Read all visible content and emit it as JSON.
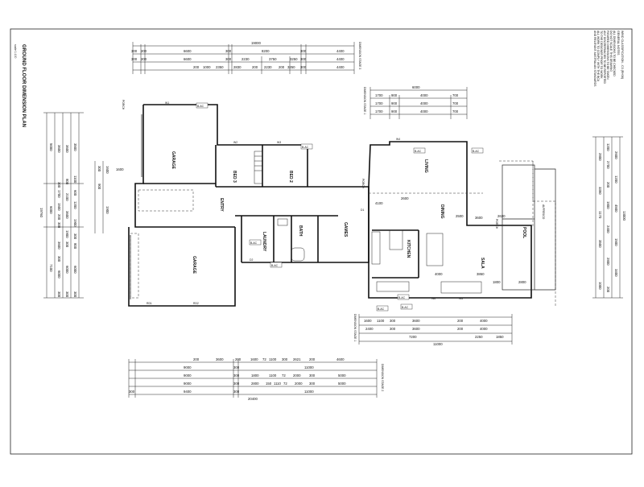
{
  "drawing": {
    "title": "GROUND FLOOR DIMENSION PLAN",
    "scale": "scale 1:100",
    "wind_classification": "WIND CLASSIFICATION - C3 (RH36)",
    "general_notes_heading": "GENERAL NOTES",
    "general_notes": [
      "ALL DIMENSIONS TO BE CHECKED",
      "DO NOT SCALE THIS DRAWING",
      "FIGURED DIMENSIONS TO BE TAKEN",
      "ANY DISCREPANCIES TO BE REPORTED",
      "TO THE DESIGNER PRIOR TO WORK",
      "ALL WORK TO COMPLY WITH THE BCA",
      "AND RELEVANT AUSTRALIAN STANDARDS"
    ]
  },
  "stage_labels": {
    "top_left": "DIMENSION STAGE 3",
    "top_right": "DIMENSION STAGE 1",
    "bottom_left": "DIMENSION STAGE 2",
    "left_porch": "PORCH",
    "left_porch2": "PORCH",
    "right_porch": "PORCH",
    "right_alfresco": "ALFRESCO"
  },
  "rooms": [
    {
      "key": "garage1",
      "label": "GARAGE"
    },
    {
      "key": "bed3",
      "label": "BED 3"
    },
    {
      "key": "bed2",
      "label": "BED 2"
    },
    {
      "key": "entry",
      "label": "ENTRY"
    },
    {
      "key": "laundry",
      "label": "LAUNDRY"
    },
    {
      "key": "bath",
      "label": "BATH"
    },
    {
      "key": "games",
      "label": "GAMES"
    },
    {
      "key": "garage2",
      "label": "GARAGE"
    },
    {
      "key": "living",
      "label": "LIVING"
    },
    {
      "key": "dining",
      "label": "DINING"
    },
    {
      "key": "kitchen",
      "label": "KITCHEN"
    },
    {
      "key": "sala",
      "label": "SALA"
    },
    {
      "key": "pool",
      "label": "POOL"
    }
  ],
  "top_dims": {
    "overall": "19000",
    "row2": [
      "300",
      "200",
      "6600",
      "300",
      "8200",
      "300",
      "4400"
    ],
    "row3": [
      "300",
      "200",
      "6600",
      "300",
      "2230",
      "3750",
      "3250",
      "300",
      "4400"
    ],
    "row4": [
      "200",
      "1000",
      "2350",
      "2830",
      "200",
      "2230",
      "200",
      "3250",
      "300",
      "4400"
    ]
  },
  "right_top_dims": {
    "overall": "6000",
    "row2": [
      "1700",
      "900",
      "4000",
      "700"
    ],
    "row3": [
      "1700",
      "900",
      "4000",
      "700"
    ],
    "row4": [
      "1700",
      "900",
      "4000",
      "700"
    ]
  },
  "bottom_right_dims": {
    "row1": [
      "1600",
      "1100",
      "300",
      "3600",
      "200",
      "4000"
    ],
    "row2": [
      "2400",
      "300",
      "3600",
      "4000",
      "200"
    ],
    "row3": [
      "7200",
      "2250",
      "1850"
    ],
    "overall": "11000"
  },
  "bottom_dims": {
    "row1": [
      "200",
      "3600",
      "200",
      "1600",
      "72",
      "1100",
      "300",
      "2621",
      "200",
      "4600"
    ],
    "row2": [
      "9000",
      "300",
      "11000"
    ],
    "row3": [
      "9000",
      "300",
      "1800",
      "1100",
      "72",
      "2000",
      "300",
      "5000"
    ],
    "row4": [
      "9000",
      "300",
      "2800",
      "150",
      "1110",
      "72",
      "2000",
      "300",
      "5000"
    ],
    "row5": [
      "300",
      "9400",
      "300",
      "11000"
    ],
    "overall": "20400"
  },
  "left_dims": {
    "overall": "19760",
    "col1": [
      "3600",
      "300",
      "1700",
      "1500",
      "200",
      "300",
      "3600",
      "300",
      "6000",
      "300"
    ],
    "col2": [
      "3600",
      "800",
      "2100",
      "3600",
      "1900",
      "300",
      "6000",
      "300"
    ],
    "col3": [
      "3500",
      "1100",
      "600",
      "1200",
      "1900",
      "300",
      "800",
      "6000",
      "300"
    ],
    "col4": [
      "5000",
      "6000",
      "7100"
    ],
    "left_marks": [
      "300",
      "900",
      "1600",
      "1900"
    ]
  },
  "right_side_dims": {
    "overall": "13000",
    "col1": [
      "2800",
      "3350",
      "1170",
      "3500",
      "1000"
    ],
    "col2": [
      "1200",
      "2700",
      "200",
      "1800",
      "2400",
      "2800",
      "200"
    ],
    "col3": [
      "2600",
      "1200",
      "4500",
      "1500",
      "3400"
    ]
  },
  "inner_dims": {
    "d1": "1600",
    "d2": "3600",
    "d3": "4100",
    "d4": "2600",
    "d5": "2500",
    "d6": "2630",
    "d7": "3860",
    "d8": "1800",
    "d9": "2800",
    "d10": "4000"
  },
  "tags": {
    "t1": "B-AC",
    "t2": "B-AC",
    "t3": "B-AC",
    "t4": "B-AC",
    "t5": "B-AC",
    "t6": "B-AC",
    "t7": "B-AC",
    "t8": "B-AC",
    "t9": "B-AC",
    "w1": "W1",
    "w2": "W2",
    "w3": "W3",
    "w4": "W4",
    "w5": "W5",
    "w6": "W6",
    "d1": "D1",
    "d2": "D2",
    "r1": "RD1",
    "r2": "RD2"
  }
}
